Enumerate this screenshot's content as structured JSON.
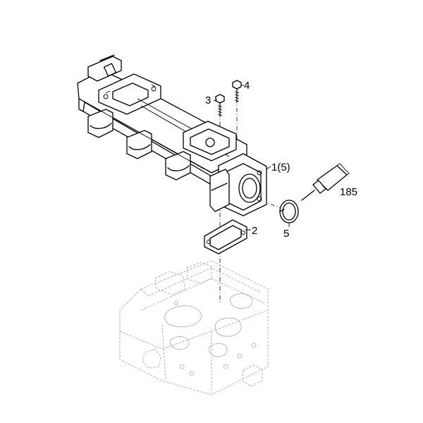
{
  "callouts": {
    "manifold": "1(5)",
    "gasket": "2",
    "stud_left": "3",
    "stud_right": "4",
    "seal_ring": "5",
    "sealant": "185"
  },
  "colors": {
    "line": "#000000",
    "ghost": "#9a9a9a",
    "background": "#ffffff"
  }
}
